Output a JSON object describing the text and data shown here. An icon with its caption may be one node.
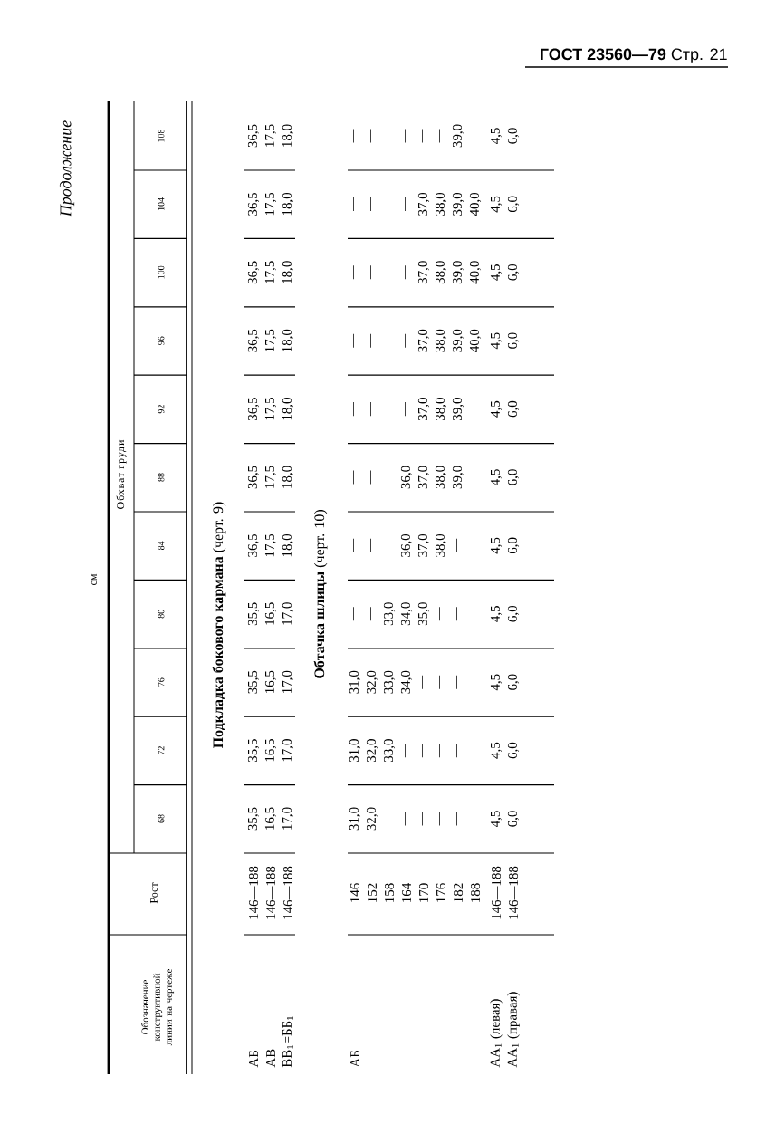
{
  "diagram": {
    "labels": [
      "**ГОСТ 23560—79** Стр. 21",
      "Продолжение",
      "см",
      "Обозначение конструктивной линии на чертеже",
      "Рост",
      "Обхват груди",
      "68",
      "72",
      "76",
      "80",
      "84",
      "88",
      "92",
      "96",
      "100",
      "104",
      "108",
      "**Подкладка бокового кармана** (черт. 9)",
      "АБ",
      "146—188",
      "35,5",
      "35,5",
      "35,5",
      "35,5",
      "36,5",
      "36,5",
      "36,5",
      "36,5",
      "36,5",
      "36,5",
      "36,5",
      "АВ",
      "146—188",
      "16,5",
      "16,5",
      "16,5",
      "16,5",
      "17,5",
      "17,5",
      "17,5",
      "17,5",
      "17,5",
      "17,5",
      "17,5",
      "ВВ$_{1}$=ББ$_{1}$",
      "146—188",
      "17,0",
      "17,0",
      "17,0",
      "17,0",
      "18,0",
      "18,0",
      "18,0",
      "18,0",
      "18,0",
      "18,0",
      "18,0",
      "**Обтачка шлицы** (черт. 10)",
      "АБ",
      "146",
      "31,0",
      "31,0",
      "31,0",
      "—",
      "—",
      "—",
      "—",
      "—",
      "—",
      "—",
      "—",
      "152",
      "32,0",
      "32,0",
      "32,0",
      "—",
      "—",
      "—",
      "—",
      "—",
      "—",
      "—",
      "—",
      "158",
      "—",
      "33,0",
      "33,0",
      "33,0",
      "—",
      "—",
      "—",
      "—",
      "—",
      "—",
      "—",
      "164",
      "—",
      "—",
      "34,0",
      "34,0",
      "36,0",
      "36,0",
      "—",
      "—",
      "—",
      "—",
      "—",
      "170",
      "—",
      "—",
      "—",
      "35,0",
      "37,0",
      "37,0",
      "37,0",
      "37,0",
      "37,0",
      "37,0",
      "—",
      "176",
      "—",
      "—",
      "—",
      "—",
      "38,0",
      "38,0",
      "38,0",
      "38,0",
      "38,0",
      "38,0",
      "—",
      "182",
      "—",
      "—",
      "—",
      "—",
      "—",
      "39,0",
      "39,0",
      "39,0",
      "39,0",
      "39,0",
      "39,0",
      "188",
      "—",
      "—",
      "—",
      "—",
      "—",
      "—",
      "—",
      "40,0",
      "40,0",
      "40,0",
      "—",
      "АА$_{1}$ (левая)",
      "146—188",
      "4,5",
      "4,5",
      "4,5",
      "4,5",
      "4,5",
      "4,5",
      "4,5",
      "4,5",
      "4,5",
      "4,5",
      "4,5",
      "АА$_{1}$ (правая)",
      "146—188",
      "6,0",
      "6,0",
      "6,0",
      "6,0",
      "6,0",
      "6,0",
      "6,0",
      "6,0",
      "6,0",
      "6,0",
      "6,0"
    ]
  }
}
